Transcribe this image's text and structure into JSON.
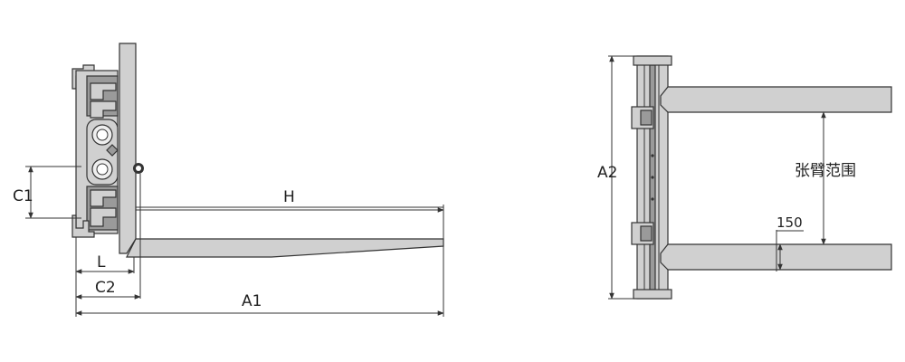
{
  "side_view": {
    "labels": {
      "H": "H",
      "C1": "C1",
      "L": "L",
      "C2": "C2",
      "A1": "A1"
    }
  },
  "front_view": {
    "labels": {
      "A2": "A2",
      "spread": "张臂范围",
      "w150": "150"
    }
  }
}
